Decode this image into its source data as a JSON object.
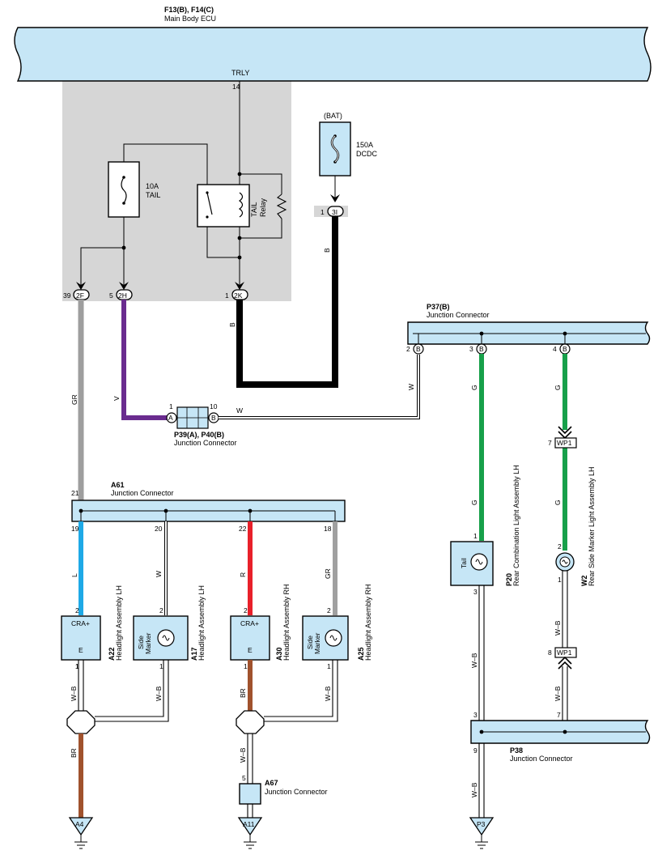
{
  "colors": {
    "connector_fill": "#c6e6f6",
    "ecu_shade": "#d6d6d6",
    "wire_GR": "#a0a0a0",
    "wire_V": "#6a2c8f",
    "wire_B": "#111111",
    "wire_G": "#17a04a",
    "wire_L": "#1ea9e6",
    "wire_R": "#e8202a",
    "wire_BR": "#a0522d",
    "wire_W": "#ffffff"
  },
  "ecu": {
    "code": "F13(B), F14(C)",
    "name": "Main Body ECU",
    "terminal": "TRLY",
    "pin": "14"
  },
  "fuse_tail": {
    "amp": "10A",
    "name": "TAIL"
  },
  "relay": {
    "name1": "TAIL",
    "name2": "Relay"
  },
  "bat": {
    "label": "(BAT)",
    "amp": "150A",
    "name": "DCDC",
    "pin": "1",
    "conn": "3I"
  },
  "ecu_outputs": [
    {
      "pin": "39",
      "conn": "2F"
    },
    {
      "pin": "5",
      "conn": "2H"
    },
    {
      "pin": "1",
      "conn": "2K"
    }
  ],
  "wires": {
    "GR": "GR",
    "V": "V",
    "B": "B",
    "W": "W",
    "G": "G",
    "L": "L",
    "R": "R",
    "BR": "BR",
    "WB": "W–B"
  },
  "p39": {
    "code": "P39(A), P40(B)",
    "name": "Junction Connector",
    "pin_a": "1",
    "pin_b": "10",
    "a": "A",
    "b": "B"
  },
  "p37": {
    "code": "P37(B)",
    "name": "Junction Connector",
    "pins": [
      "2",
      "3",
      "4"
    ],
    "conn": "B"
  },
  "a61": {
    "code": "A61",
    "name": "Junction Connector",
    "in_pin": "21",
    "pins": [
      "19",
      "20",
      "22",
      "18"
    ]
  },
  "components": {
    "a22": {
      "code": "A22",
      "name": "Headlight Assembly LH",
      "top": "CRA+",
      "bottom": "E",
      "pin_top": "2",
      "pin_bot": "1"
    },
    "a17": {
      "code": "A17",
      "name": "Headlight Assembly LH",
      "label1": "Side",
      "label2": "Marker",
      "pin_top": "2",
      "pin_bot": "1"
    },
    "a30": {
      "code": "A30",
      "name": "Headlight Assembly RH",
      "top": "CRA+",
      "bottom": "E",
      "pin_top": "2",
      "pin_bot": "1"
    },
    "a25": {
      "code": "A25",
      "name": "Headlight Assembly RH",
      "label1": "Side",
      "label2": "Marker",
      "pin_top": "2",
      "pin_bot": "1"
    },
    "p20": {
      "code": "P20",
      "name": "Rear Combination Light Assembly LH",
      "label": "Tail",
      "pin_top": "1",
      "pin_bot": "3"
    },
    "w2": {
      "code": "W2",
      "name": "Rear Side Marker Light Assembly LH",
      "pin_top": "2",
      "pin_bot": "1"
    }
  },
  "wp1_top": {
    "pin": "7",
    "label": "WP1"
  },
  "wp1_bot": {
    "pin": "8",
    "label": "WP1"
  },
  "a67": {
    "code": "A67",
    "name": "Junction Connector",
    "pin": "5"
  },
  "p38": {
    "code": "P38",
    "name": "Junction Connector",
    "in_left": "3",
    "in_right": "7",
    "out": "9"
  },
  "grounds": [
    "A4",
    "A11",
    "P3"
  ]
}
